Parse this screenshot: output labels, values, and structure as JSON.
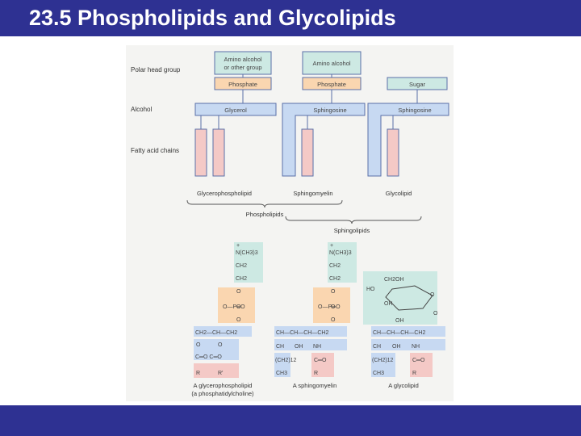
{
  "slide": {
    "title": "23.5 Phospholipids and Glycolipids"
  },
  "labels": {
    "polar_head_group": "Polar head group",
    "alcohol": "Alcohol",
    "fatty_acid_chains": "Fatty acid chains"
  },
  "schematic": {
    "col1": {
      "head_line1": "Amino alcohol",
      "head_line2": "or other group",
      "linker": "Phosphate",
      "backbone": "Glycerol",
      "name": "Glycerophospholipid"
    },
    "col2": {
      "head": "Amino alcohol",
      "linker": "Phosphate",
      "backbone": "Sphingosine",
      "name": "Sphingomyelin"
    },
    "col3": {
      "linker": "Sugar",
      "backbone": "Sphingosine",
      "name": "Glycolipid"
    }
  },
  "groups": {
    "phospholipids": "Phospholipids",
    "sphingolipids": "Sphingolipids"
  },
  "structures": {
    "s1": {
      "charge": "+",
      "amine": "N(CH3)3",
      "ch2a": "CH2",
      "ch2b": "CH2",
      "o_top": "O",
      "phosphate": "O—P═O",
      "o_mid": "O",
      "o_bot": "O",
      "backbone": "CH2—CH—CH2",
      "o_left": "O",
      "o_right": "O",
      "carbonyls": "C═O C═O",
      "r": "R",
      "r_prime": "R′",
      "caption_line1": "A glycerophospholipid",
      "caption_line2": "(a phosphatidylcholine)"
    },
    "s2": {
      "charge": "+",
      "amine": "N(CH3)3",
      "ch2a": "CH2",
      "ch2b": "CH2",
      "o_top": "O",
      "phosphate": "O—P═O",
      "o_mid": "O",
      "o_bot": "O",
      "backbone": "CH—CH—CH—CH2",
      "ch_left": "CH",
      "oh": "OH",
      "nh": "NH",
      "chain": "(CH2)12",
      "ch3": "CH3",
      "co": "C═O",
      "r": "R",
      "caption": "A sphingomyelin"
    },
    "s3": {
      "ch2oh": "CH2OH",
      "ho": "HO",
      "o_ring": "O",
      "oh_mid": "OH",
      "oh_bot": "OH",
      "o_link": "O",
      "backbone": "CH—CH—CH—CH2",
      "ch_left": "CH",
      "oh": "OH",
      "nh": "NH",
      "chain": "(CH2)12",
      "ch3": "CH3",
      "co": "C═O",
      "r": "R",
      "caption": "A glycolipid"
    }
  },
  "colors": {
    "header_bg": "#2e3192",
    "teal": "#cde9e3",
    "orange": "#fad6b0",
    "blue": "#c7d9f2",
    "pink": "#f4c9c6",
    "edge": "#5a6fa8"
  }
}
